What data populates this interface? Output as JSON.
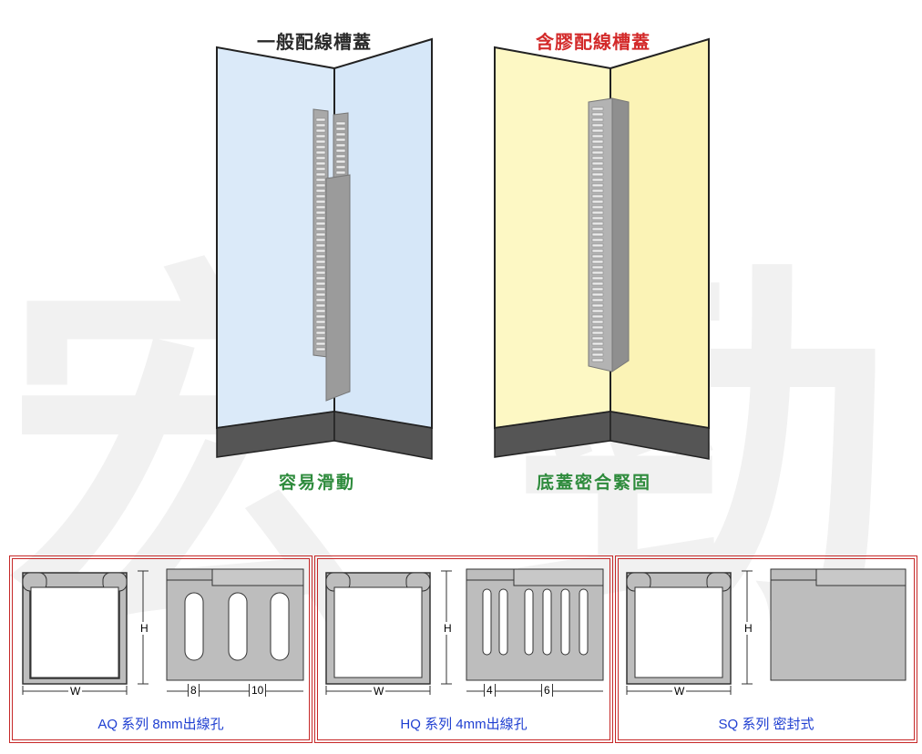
{
  "top": {
    "left_title": "一般配線槽蓋",
    "right_title": "含膠配線槽蓋",
    "left_caption": "容易滑動",
    "right_caption": "底蓋密合緊固",
    "colors": {
      "left_wall": "#dbeaf9",
      "right_wall": "#fdf8c4",
      "base": "#555555",
      "left_title": "#2a2a2a",
      "right_title": "#d32a2a",
      "caption": "#2e8b3c"
    }
  },
  "panels": [
    {
      "label": "AQ 系列 8mm出線孔",
      "w": "W",
      "h": "H",
      "dim_a": "8",
      "dim_b": "10"
    },
    {
      "label": "HQ 系列 4mm出線孔",
      "w": "W",
      "h": "H",
      "dim_a": "4",
      "dim_b": "6"
    },
    {
      "label": "SQ 系列 密封式",
      "w": "W",
      "h": "H"
    }
  ],
  "colors": {
    "panel_border": "#c62828",
    "label": "#1f3fd1",
    "profile_fill": "#bdbdbd"
  }
}
